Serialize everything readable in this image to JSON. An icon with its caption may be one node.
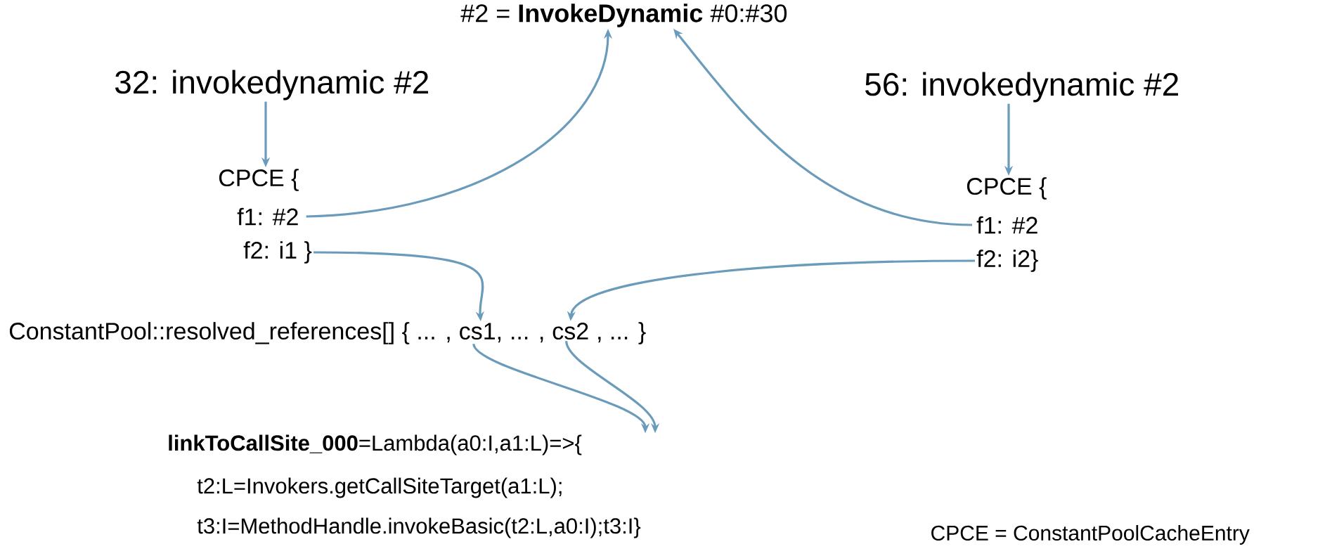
{
  "diagram": {
    "nodes": [
      {
        "text": [
          "#2 = **InvokeDynamic**  #0:#30"
        ]
      },
      {
        "text": [
          "32: invokedynamic #2"
        ]
      },
      {
        "text": [
          "56: invokedynamic #2"
        ]
      },
      {
        "text": [
          "CPCE {"
        ]
      },
      {
        "text": [
          "f1: #2"
        ]
      },
      {
        "text": [
          "f2: i1 }"
        ]
      },
      {
        "text": [
          "CPCE {"
        ]
      },
      {
        "text": [
          "f1: #2"
        ]
      },
      {
        "text": [
          "f2: i2}"
        ]
      },
      {
        "text": [
          "ConstantPool::resolved_references[] { ... ,"
        ]
      },
      {
        "text": [
          "cs1,"
        ]
      },
      {
        "text": [
          "... ,"
        ]
      },
      {
        "text": [
          "cs2"
        ]
      },
      {
        "text": [
          ", ... }"
        ]
      },
      {
        "text": [
          "**linkToCallSite_000**=Lambda(a0:I,a1:L)=>{"
        ]
      },
      {
        "text": [
          "t2:L=Invokers.getCallSiteTarget(a1:L);"
        ]
      },
      {
        "text": [
          "t3:I=MethodHandle.invokeBasic(t2:L,a0:I);t3:I}"
        ]
      }
    ],
    "edges": [
      {
        "from": 1,
        "to": 3,
        "arrow": "to"
      },
      {
        "from": 2,
        "to": 6,
        "arrow": "to"
      },
      {
        "from": 4,
        "to": 0,
        "arrow": "to"
      },
      {
        "from": 7,
        "to": 0,
        "arrow": "to"
      },
      {
        "from": 5,
        "to": 10,
        "arrow": "to"
      },
      {
        "from": 8,
        "to": 12,
        "arrow": "to"
      },
      {
        "from": 10,
        "to": 14,
        "arrow": "to"
      },
      {
        "from": 12,
        "to": 14,
        "arrow": "to"
      }
    ],
    "labels": [
      "CPCE = ConstantPoolCacheEntry"
    ]
  }
}
